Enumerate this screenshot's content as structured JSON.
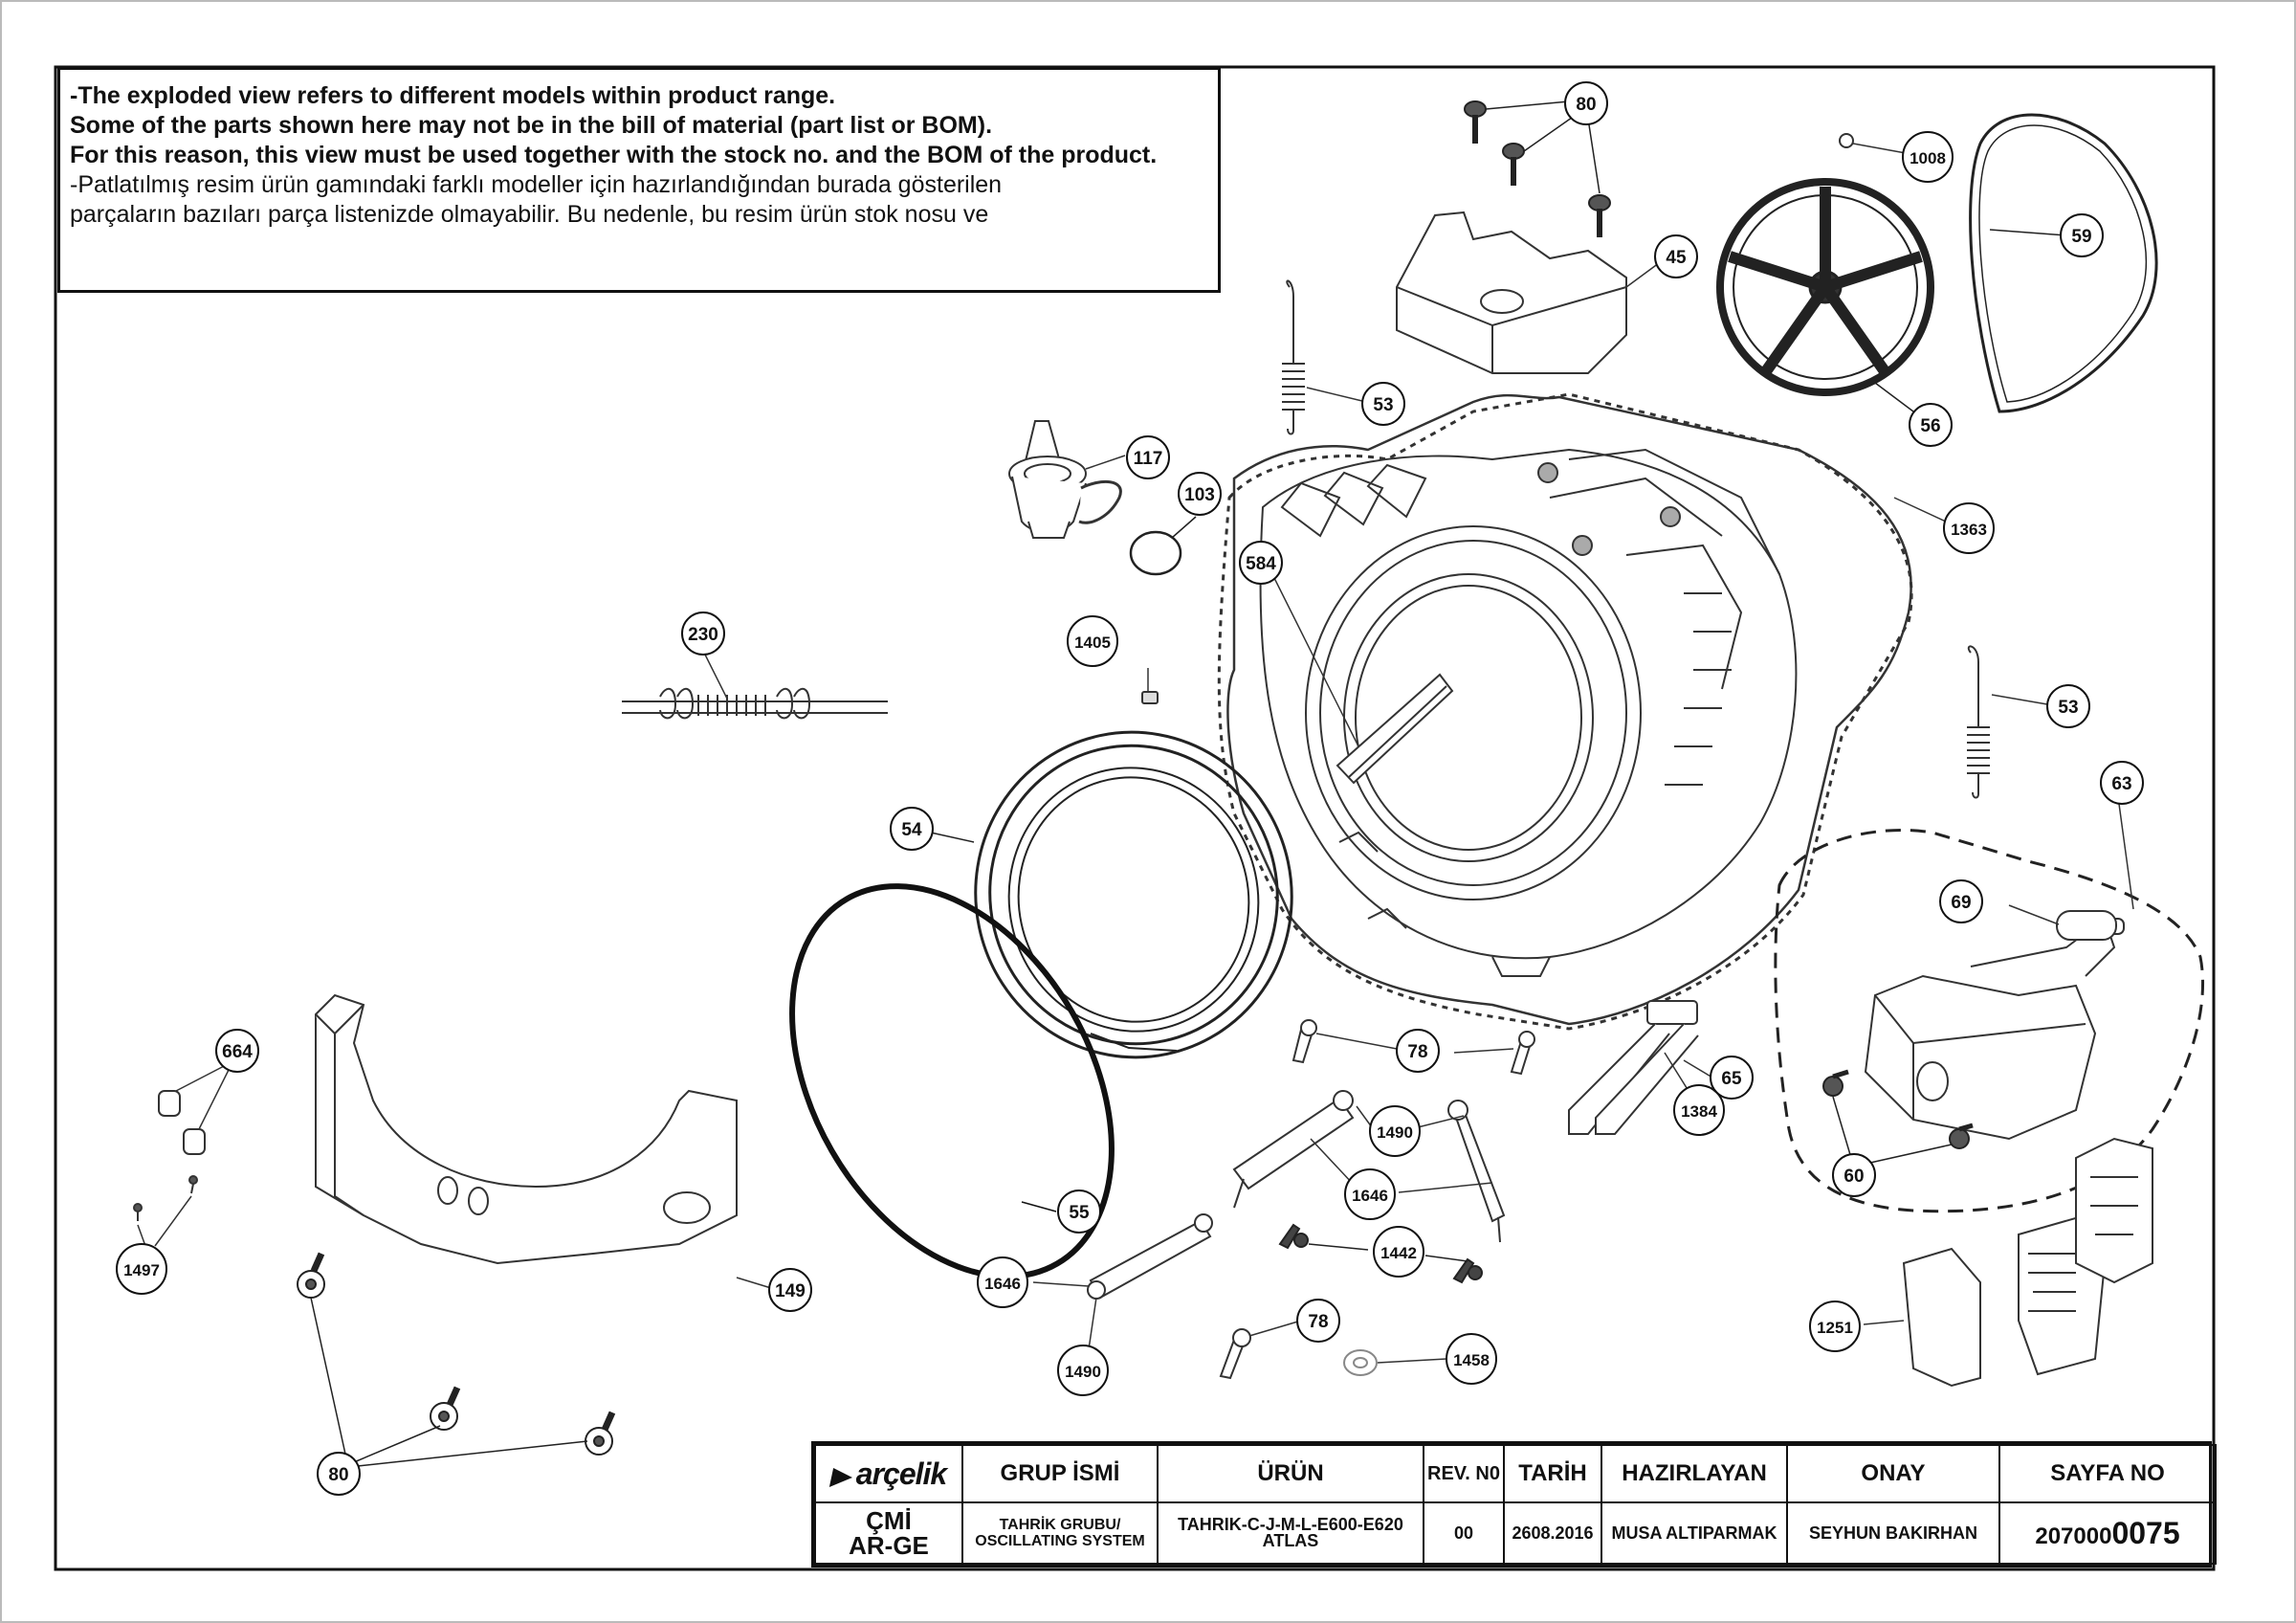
{
  "notes": {
    "en": [
      "-The exploded view refers to different models within product range.",
      " Some of the parts shown here may not be in the bill of material (part list or BOM).",
      " For this reason, this view must be used together with the stock no. and the BOM of the product."
    ],
    "tr": [
      "-Patlatılmış resim ürün gamındaki farklı modeller için hazırlandığından burada gösterilen",
      " parçaların bazıları parça listenizde olmayabilir. Bu nedenle, bu resim ürün stok nosu ve"
    ]
  },
  "title_block": {
    "brand": "arçelik",
    "dept_line1": "ÇMİ",
    "dept_line2": "AR-GE",
    "headers": {
      "group": "GRUP İSMİ",
      "product": "ÜRÜN",
      "rev": "REV. N0",
      "date": "TARİH",
      "prepared": "HAZIRLAYAN",
      "approved": "ONAY",
      "sheet": "SAYFA NO"
    },
    "values": {
      "group_line1": "TAHRİK GRUBU/",
      "group_line2": "OSCILLATING SYSTEM",
      "product_line1": "TAHRIK-C-J-M-L-E600-E620",
      "product_line2": "ATLAS",
      "rev": "00",
      "date": "2608.2016",
      "prepared": "MUSA ALTIPARMAK",
      "approved": "SEYHUN BAKIRHAN",
      "sheet_prefix": "207000",
      "sheet_suffix": "0075"
    }
  },
  "callouts": [
    "80",
    "1008",
    "59",
    "45",
    "56",
    "53",
    "117",
    "103",
    "1363",
    "584",
    "230",
    "1405",
    "53",
    "63",
    "54",
    "69",
    "664",
    "78",
    "65",
    "1384",
    "1490",
    "1646",
    "60",
    "1442",
    "1497",
    "55",
    "149",
    "1646",
    "1251",
    "78",
    "1458",
    "1490",
    "80"
  ]
}
